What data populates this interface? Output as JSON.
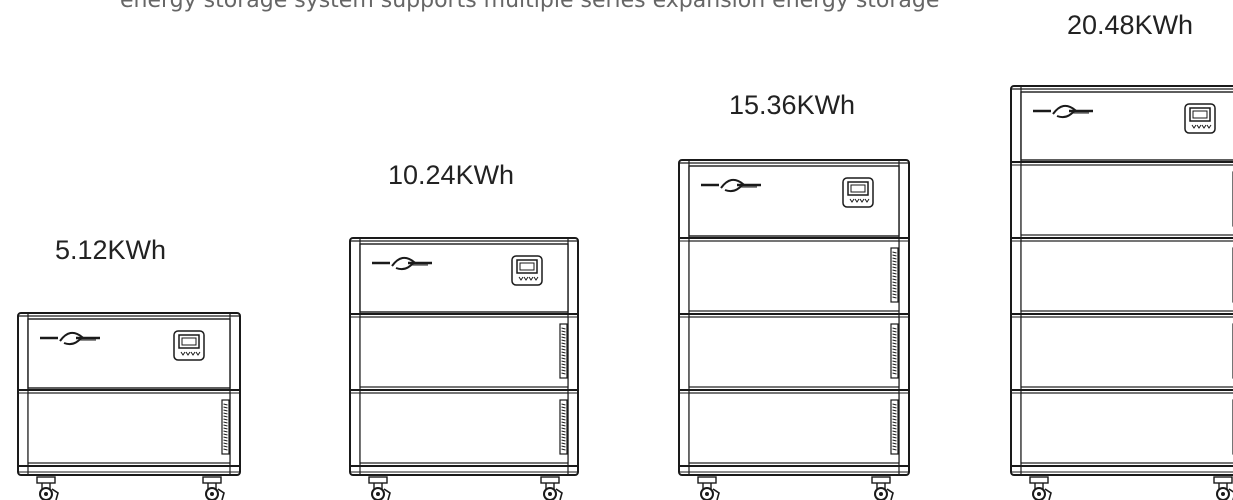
{
  "header": {
    "partial_text": "energy storage system supports multiple series expansion energy storage"
  },
  "configurations": [
    {
      "capacity": "5.12KWh",
      "battery_modules": 1,
      "brand_mark": "logo",
      "module_label": "battery label"
    },
    {
      "capacity": "10.24KWh",
      "battery_modules": 2,
      "brand_mark": "logo",
      "module_label": "battery label"
    },
    {
      "capacity": "15.36KWh",
      "battery_modules": 3,
      "brand_mark": "logo",
      "module_label": "battery label"
    },
    {
      "capacity": "20.48KWh",
      "battery_modules": 4,
      "brand_mark": "logo",
      "module_label": "battery label"
    }
  ],
  "colors": {
    "line": "#1a1a1a",
    "fill": "#ffffff",
    "text": "#222222"
  }
}
